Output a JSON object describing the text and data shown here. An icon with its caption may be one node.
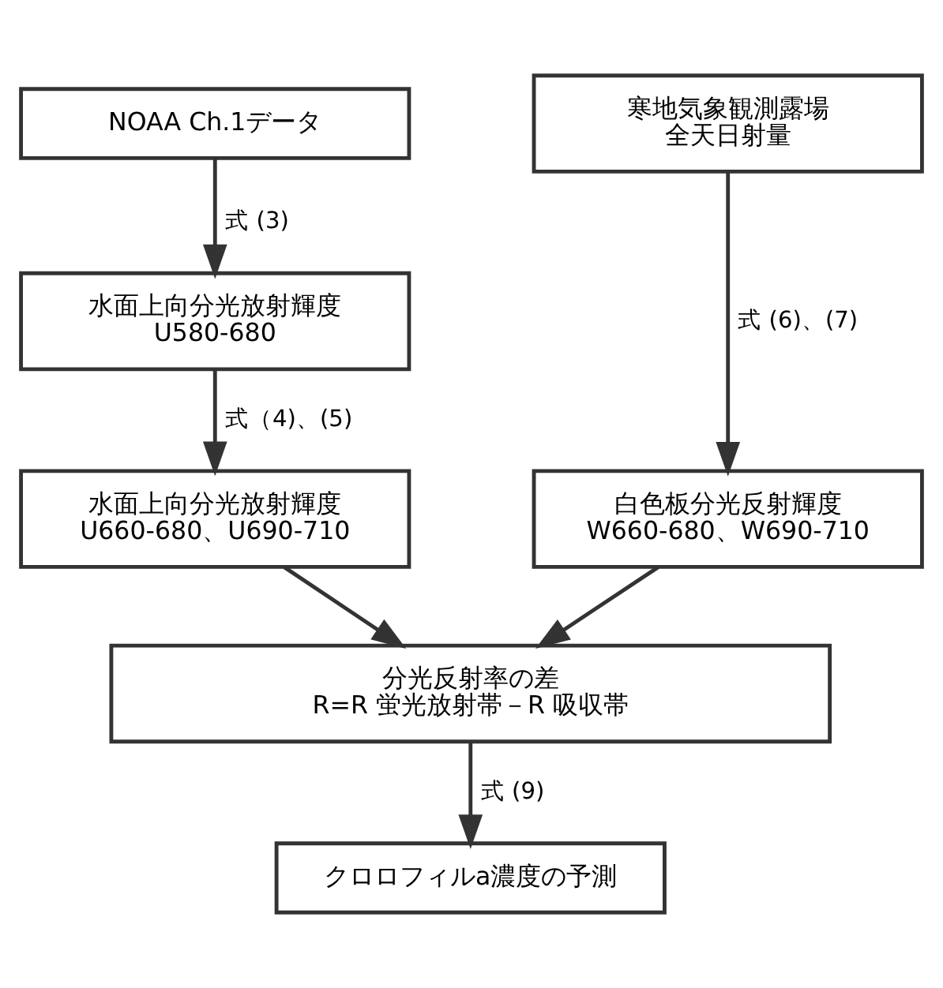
{
  "diagram": {
    "nodes": [
      {
        "text": [
          "NOAA Ch.1データ"
        ]
      },
      {
        "text": [
          "寒地気象観測露場",
          "全天日射量"
        ]
      },
      {
        "text": [
          "水面上向分光放射輝度",
          "U580-680"
        ]
      },
      {
        "text": [
          "水面上向分光放射輝度",
          "U660-680、U690-710"
        ]
      },
      {
        "text": [
          "白色板分光反射輝度",
          "W660-680、W690-710"
        ]
      },
      {
        "text": [
          "分光反射率の差",
          "R=R 蛍光放射帯－R 吸収帯"
        ]
      },
      {
        "text": [
          "クロロフィルa濃度の予測"
        ]
      }
    ],
    "edges": [
      {
        "from": 0,
        "to": 2,
        "arrow": "to",
        "label": "式 (3)"
      },
      {
        "from": 2,
        "to": 3,
        "arrow": "to",
        "label": "式（4)、(5)"
      },
      {
        "from": 1,
        "to": 4,
        "arrow": "to",
        "label": "式 (6)、(7)"
      },
      {
        "from": 3,
        "to": 5,
        "arrow": "to"
      },
      {
        "from": 4,
        "to": 5,
        "arrow": "to"
      },
      {
        "from": 5,
        "to": 6,
        "arrow": "to",
        "label": "式 (9)"
      }
    ]
  }
}
